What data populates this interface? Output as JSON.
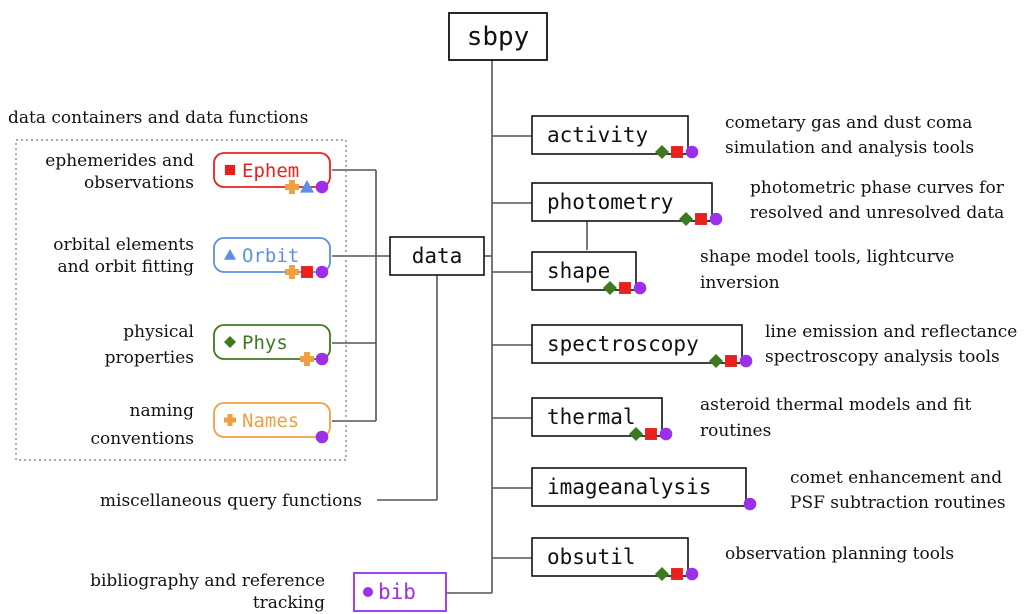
{
  "root": {
    "label": "sbpy"
  },
  "data_hub": {
    "label": "data"
  },
  "containers": {
    "title": "data containers and data functions",
    "items": [
      {
        "label": "Ephem",
        "desc": [
          "ephemerides and",
          "observations"
        ],
        "color": "#e8211f",
        "prefix_icon": "square-icon",
        "badges": [
          "plus-icon",
          "triangle-icon",
          "circle-icon"
        ]
      },
      {
        "label": "Orbit",
        "desc": [
          "orbital elements",
          "and orbit fitting"
        ],
        "color": "#5b8fe8",
        "prefix_icon": "triangle-icon",
        "badges": [
          "plus-icon",
          "square-icon",
          "circle-icon"
        ]
      },
      {
        "label": "Phys",
        "desc": [
          "physical",
          "properties"
        ],
        "color": "#3d7a1f",
        "prefix_icon": "diamond-icon",
        "badges": [
          "plus-icon",
          "circle-icon"
        ]
      },
      {
        "label": "Names",
        "desc": [
          "naming",
          "conventions"
        ],
        "color": "#f0a040",
        "prefix_icon": "plus-icon",
        "badges": [
          "circle-icon"
        ]
      }
    ]
  },
  "misc": {
    "desc": "miscellaneous query functions"
  },
  "bib": {
    "label": "bib",
    "desc": [
      "bibliography and reference",
      "tracking"
    ],
    "color": "#9b30e8",
    "prefix_icon": "circle-icon"
  },
  "modules": [
    {
      "label": "activity",
      "desc": [
        "cometary gas and dust coma",
        "simulation and analysis tools"
      ],
      "badges": [
        "diamond-icon",
        "square-icon",
        "circle-icon"
      ]
    },
    {
      "label": "photometry",
      "desc": [
        "photometric phase curves for",
        "resolved and unresolved data"
      ],
      "badges": [
        "diamond-icon",
        "square-icon",
        "circle-icon"
      ]
    },
    {
      "label": "shape",
      "desc": [
        "shape model tools, lightcurve",
        "inversion"
      ],
      "badges": [
        "diamond-icon",
        "square-icon",
        "circle-icon"
      ]
    },
    {
      "label": "spectroscopy",
      "desc": [
        "line emission and reflectance",
        "spectroscopy analysis tools"
      ],
      "badges": [
        "diamond-icon",
        "square-icon",
        "circle-icon"
      ]
    },
    {
      "label": "thermal",
      "desc": [
        "asteroid thermal models and fit",
        "routines"
      ],
      "badges": [
        "diamond-icon",
        "square-icon",
        "circle-icon"
      ]
    },
    {
      "label": "imageanalysis",
      "desc": [
        "comet enhancement and",
        "PSF subtraction routines"
      ],
      "badges": [
        "circle-icon"
      ]
    },
    {
      "label": "obsutil",
      "desc": [
        "observation planning tools"
      ],
      "badges": [
        "diamond-icon",
        "square-icon",
        "circle-icon"
      ]
    }
  ],
  "colors": {
    "diamond": "#3d7a1f",
    "square": "#e8211f",
    "circle": "#9b30e8",
    "triangle": "#5b8fe8",
    "plus": "#f0a040",
    "line": "#555555",
    "text": "#111111"
  }
}
